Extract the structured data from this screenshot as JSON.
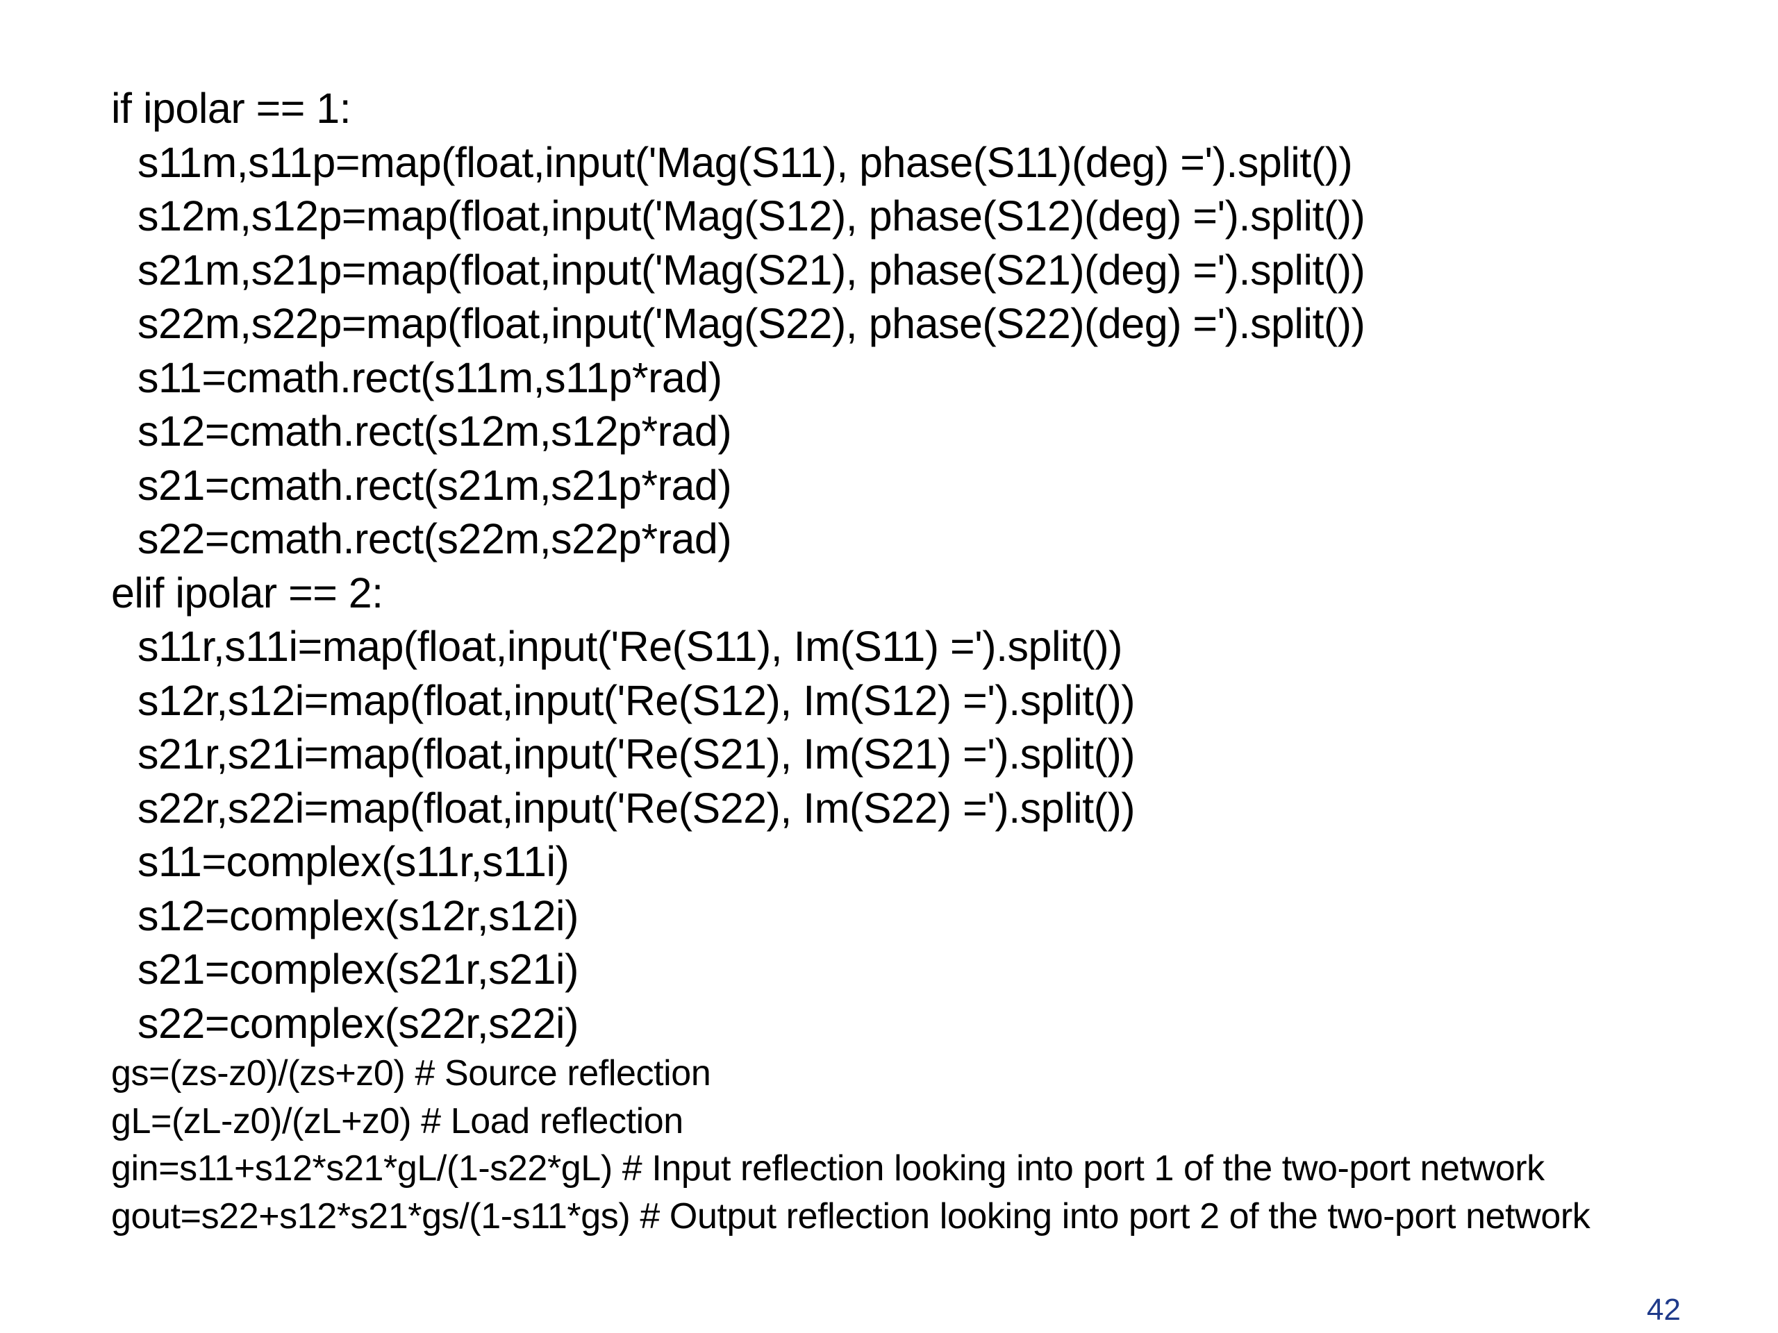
{
  "code_lines": [
    {
      "text": "if ipolar == 1:",
      "indent": false
    },
    {
      "text": "s11m,s11p=map(float,input('Mag(S11), phase(S11)(deg) =').split())",
      "indent": true
    },
    {
      "text": "s12m,s12p=map(float,input('Mag(S12), phase(S12)(deg) =').split())",
      "indent": true
    },
    {
      "text": "s21m,s21p=map(float,input('Mag(S21), phase(S21)(deg) =').split())",
      "indent": true
    },
    {
      "text": "s22m,s22p=map(float,input('Mag(S22), phase(S22)(deg) =').split())",
      "indent": true
    },
    {
      "text": "s11=cmath.rect(s11m,s11p*rad)",
      "indent": true
    },
    {
      "text": "s12=cmath.rect(s12m,s12p*rad)",
      "indent": true
    },
    {
      "text": "s21=cmath.rect(s21m,s21p*rad)",
      "indent": true
    },
    {
      "text": "s22=cmath.rect(s22m,s22p*rad)",
      "indent": true
    },
    {
      "text": "elif ipolar == 2:",
      "indent": false
    },
    {
      "text": "s11r,s11i=map(float,input('Re(S11), Im(S11) =').split())",
      "indent": true
    },
    {
      "text": "s12r,s12i=map(float,input('Re(S12), Im(S12) =').split())",
      "indent": true
    },
    {
      "text": "s21r,s21i=map(float,input('Re(S21), Im(S21) =').split())",
      "indent": true
    },
    {
      "text": "s22r,s22i=map(float,input('Re(S22), Im(S22) =').split())",
      "indent": true
    },
    {
      "text": "s11=complex(s11r,s11i)",
      "indent": true
    },
    {
      "text": "s12=complex(s12r,s12i)",
      "indent": true
    },
    {
      "text": "s21=complex(s21r,s21i)",
      "indent": true
    },
    {
      "text": "s22=complex(s22r,s22i)",
      "indent": true
    }
  ],
  "small_lines": [
    "gs=(zs-z0)/(zs+z0) # Source reflection",
    "gL=(zL-z0)/(zL+z0) # Load reflection",
    "gin=s11+s12*s21*gL/(1-s22*gL) # Input reflection looking into port 1 of the two-port network",
    "gout=s22+s12*s21*gs/(1-s11*gs) # Output reflection looking into port 2 of the two-port network"
  ],
  "page_number": "42",
  "colors": {
    "text": "#000000",
    "page_number": "#1f3a8a",
    "background": "#ffffff"
  }
}
